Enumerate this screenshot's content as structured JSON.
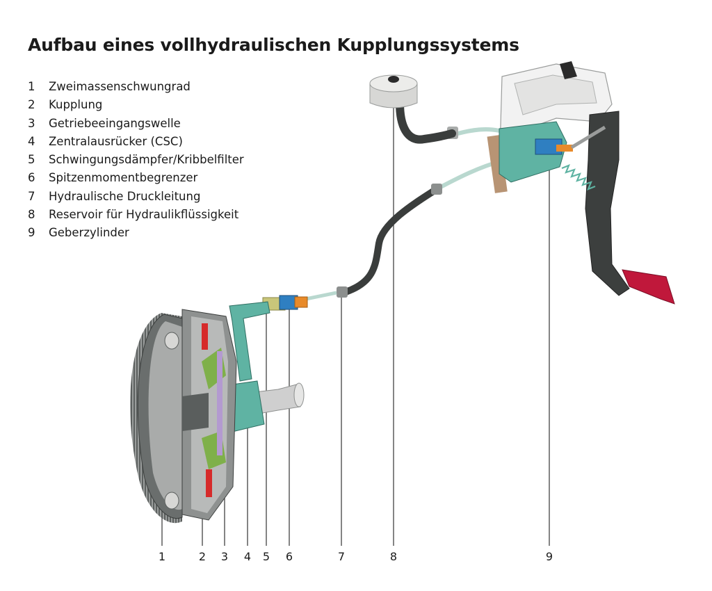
{
  "title": "Aufbau eines vollhydraulischen Kupplungssystems",
  "legend": [
    {
      "number": "1",
      "label": "Zweimassenschwungrad"
    },
    {
      "number": "2",
      "label": "Kupplung"
    },
    {
      "number": "3",
      "label": "Getriebeeingangswelle"
    },
    {
      "number": "4",
      "label": "Zentralausrücker (CSC)"
    },
    {
      "number": "5",
      "label": "Schwingungsdämpfer/Kribbelfilter"
    },
    {
      "number": "6",
      "label": "Spitzenmomentbegrenzer"
    },
    {
      "number": "7",
      "label": "Hydraulische Druckleitung"
    },
    {
      "number": "8",
      "label": "Reservoir für Hydraulikflüssigkeit"
    },
    {
      "number": "9",
      "label": "Geberzylinder"
    }
  ],
  "callouts": [
    "1",
    "2",
    "3",
    "4",
    "5",
    "6",
    "7",
    "8",
    "9"
  ],
  "colors": {
    "pipe": "#3a3d3c",
    "hose": "#b9d8cf",
    "teal": "#5fb3a3",
    "pedal": "#3c3f3e",
    "pedal_pad": "#c0183b",
    "metal": "#cfcfcf",
    "spring": "#d62a2a",
    "csc_blue": "#2f7fc1",
    "csc_orange": "#e88a2a"
  }
}
